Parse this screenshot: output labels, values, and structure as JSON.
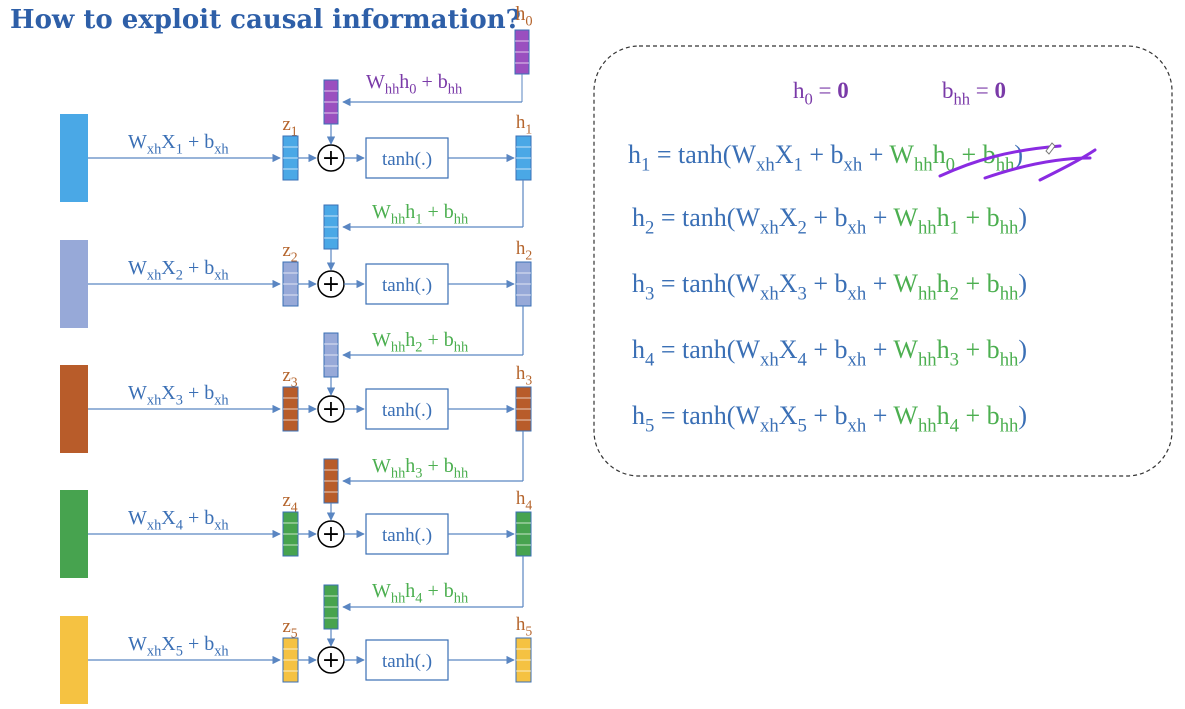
{
  "title": "How to exploit causal information?",
  "colors": {
    "title": "#2e5fa8",
    "blue_text": "#3a6fb5",
    "green_text": "#4caf50",
    "purple_text": "#7a3aa8",
    "z_label": "#b5652d",
    "arrow": "#5a86c2",
    "ink": "#8a2be2",
    "box_border": "#3a6fb5",
    "dashed_border": "#333333"
  },
  "h0": {
    "label_base": "h",
    "label_sub": "0",
    "color": "#9a4fbf",
    "feedback": {
      "W": "W",
      "Wsub": "hh",
      "h": "h",
      "hsub": "0",
      "plus": " + ",
      "b": "b",
      "bsub": "hh",
      "color": "purple"
    }
  },
  "tanh_label": "tanh(.)",
  "plus_glyph": "+",
  "steps": [
    {
      "index": "1",
      "color": "#4aa8e6",
      "input": {
        "W": "W",
        "Wsub": "xh",
        "X": "X",
        "Xsub": "1",
        "plus": " + ",
        "b": "b",
        "bsub": "xh"
      },
      "z": {
        "base": "z",
        "sub": "1"
      },
      "h": {
        "base": "h",
        "sub": "1"
      },
      "feedback": {
        "W": "W",
        "Wsub": "hh",
        "h": "h",
        "hsub": "1",
        "plus": " + ",
        "b": "b",
        "bsub": "hh"
      }
    },
    {
      "index": "2",
      "color": "#97a9d8",
      "input": {
        "W": "W",
        "Wsub": "xh",
        "X": "X",
        "Xsub": "2",
        "plus": " + ",
        "b": "b",
        "bsub": "xh"
      },
      "z": {
        "base": "z",
        "sub": "2"
      },
      "h": {
        "base": "h",
        "sub": "2"
      },
      "feedback": {
        "W": "W",
        "Wsub": "hh",
        "h": "h",
        "hsub": "2",
        "plus": " + ",
        "b": "b",
        "bsub": "hh"
      }
    },
    {
      "index": "3",
      "color": "#b85c2a",
      "input": {
        "W": "W",
        "Wsub": "xh",
        "X": "X",
        "Xsub": "3",
        "plus": " + ",
        "b": "b",
        "bsub": "xh"
      },
      "z": {
        "base": "z",
        "sub": "3"
      },
      "h": {
        "base": "h",
        "sub": "3"
      },
      "feedback": {
        "W": "W",
        "Wsub": "hh",
        "h": "h",
        "hsub": "3",
        "plus": " + ",
        "b": "b",
        "bsub": "hh"
      }
    },
    {
      "index": "4",
      "color": "#47a34f",
      "input": {
        "W": "W",
        "Wsub": "xh",
        "X": "X",
        "Xsub": "4",
        "plus": " + ",
        "b": "b",
        "bsub": "xh"
      },
      "z": {
        "base": "z",
        "sub": "4"
      },
      "h": {
        "base": "h",
        "sub": "4"
      },
      "feedback": {
        "W": "W",
        "Wsub": "hh",
        "h": "h",
        "hsub": "4",
        "plus": " + ",
        "b": "b",
        "bsub": "hh"
      }
    },
    {
      "index": "5",
      "color": "#f5c242",
      "input": {
        "W": "W",
        "Wsub": "xh",
        "X": "X",
        "Xsub": "5",
        "plus": " + ",
        "b": "b",
        "bsub": "xh"
      },
      "z": {
        "base": "z",
        "sub": "5"
      },
      "h": {
        "base": "h",
        "sub": "5"
      },
      "feedback": null
    }
  ],
  "init_conditions": [
    {
      "base": "h",
      "sub": "0",
      "eq": " = ",
      "val": "0"
    },
    {
      "base": "b",
      "sub": "hh",
      "eq": " = ",
      "val": "0"
    }
  ],
  "equations": [
    {
      "lhs": "h",
      "lhs_sub": "1",
      "eq": " = tanh(",
      "W": "W",
      "Wsub": "xh",
      "X": "X",
      "Xsub": "1",
      "p1": " + ",
      "b": "b",
      "bsub": "xh",
      "p2": " + ",
      "Wh": "W",
      "Whsub": "hh",
      "h": "h",
      "hsub": "0",
      "p3": " + ",
      "bh": "b",
      "bhsub": "hh",
      "close": ")",
      "crossed": true
    },
    {
      "lhs": "h",
      "lhs_sub": "2",
      "eq": " = tanh(",
      "W": "W",
      "Wsub": "xh",
      "X": "X",
      "Xsub": "2",
      "p1": " + ",
      "b": "b",
      "bsub": "xh",
      "p2": " + ",
      "Wh": "W",
      "Whsub": "hh",
      "h": "h",
      "hsub": "1",
      "p3": " + ",
      "bh": "b",
      "bhsub": "hh",
      "close": ")",
      "crossed": false
    },
    {
      "lhs": "h",
      "lhs_sub": "3",
      "eq": " = tanh(",
      "W": "W",
      "Wsub": "xh",
      "X": "X",
      "Xsub": "3",
      "p1": " + ",
      "b": "b",
      "bsub": "xh",
      "p2": " + ",
      "Wh": "W",
      "Whsub": "hh",
      "h": "h",
      "hsub": "2",
      "p3": " + ",
      "bh": "b",
      "bhsub": "hh",
      "close": ")",
      "crossed": false
    },
    {
      "lhs": "h",
      "lhs_sub": "4",
      "eq": " = tanh(",
      "W": "W",
      "Wsub": "xh",
      "X": "X",
      "Xsub": "4",
      "p1": " + ",
      "b": "b",
      "bsub": "xh",
      "p2": " + ",
      "Wh": "W",
      "Whsub": "hh",
      "h": "h",
      "hsub": "3",
      "p3": " + ",
      "bh": "b",
      "bhsub": "hh",
      "close": ")",
      "crossed": false
    },
    {
      "lhs": "h",
      "lhs_sub": "5",
      "eq": " = tanh(",
      "W": "W",
      "Wsub": "xh",
      "X": "X",
      "Xsub": "5",
      "p1": " + ",
      "b": "b",
      "bsub": "xh",
      "p2": " + ",
      "Wh": "W",
      "Whsub": "hh",
      "h": "h",
      "hsub": "4",
      "p3": " + ",
      "bh": "b",
      "bhsub": "hh",
      "close": ")",
      "crossed": false
    }
  ]
}
